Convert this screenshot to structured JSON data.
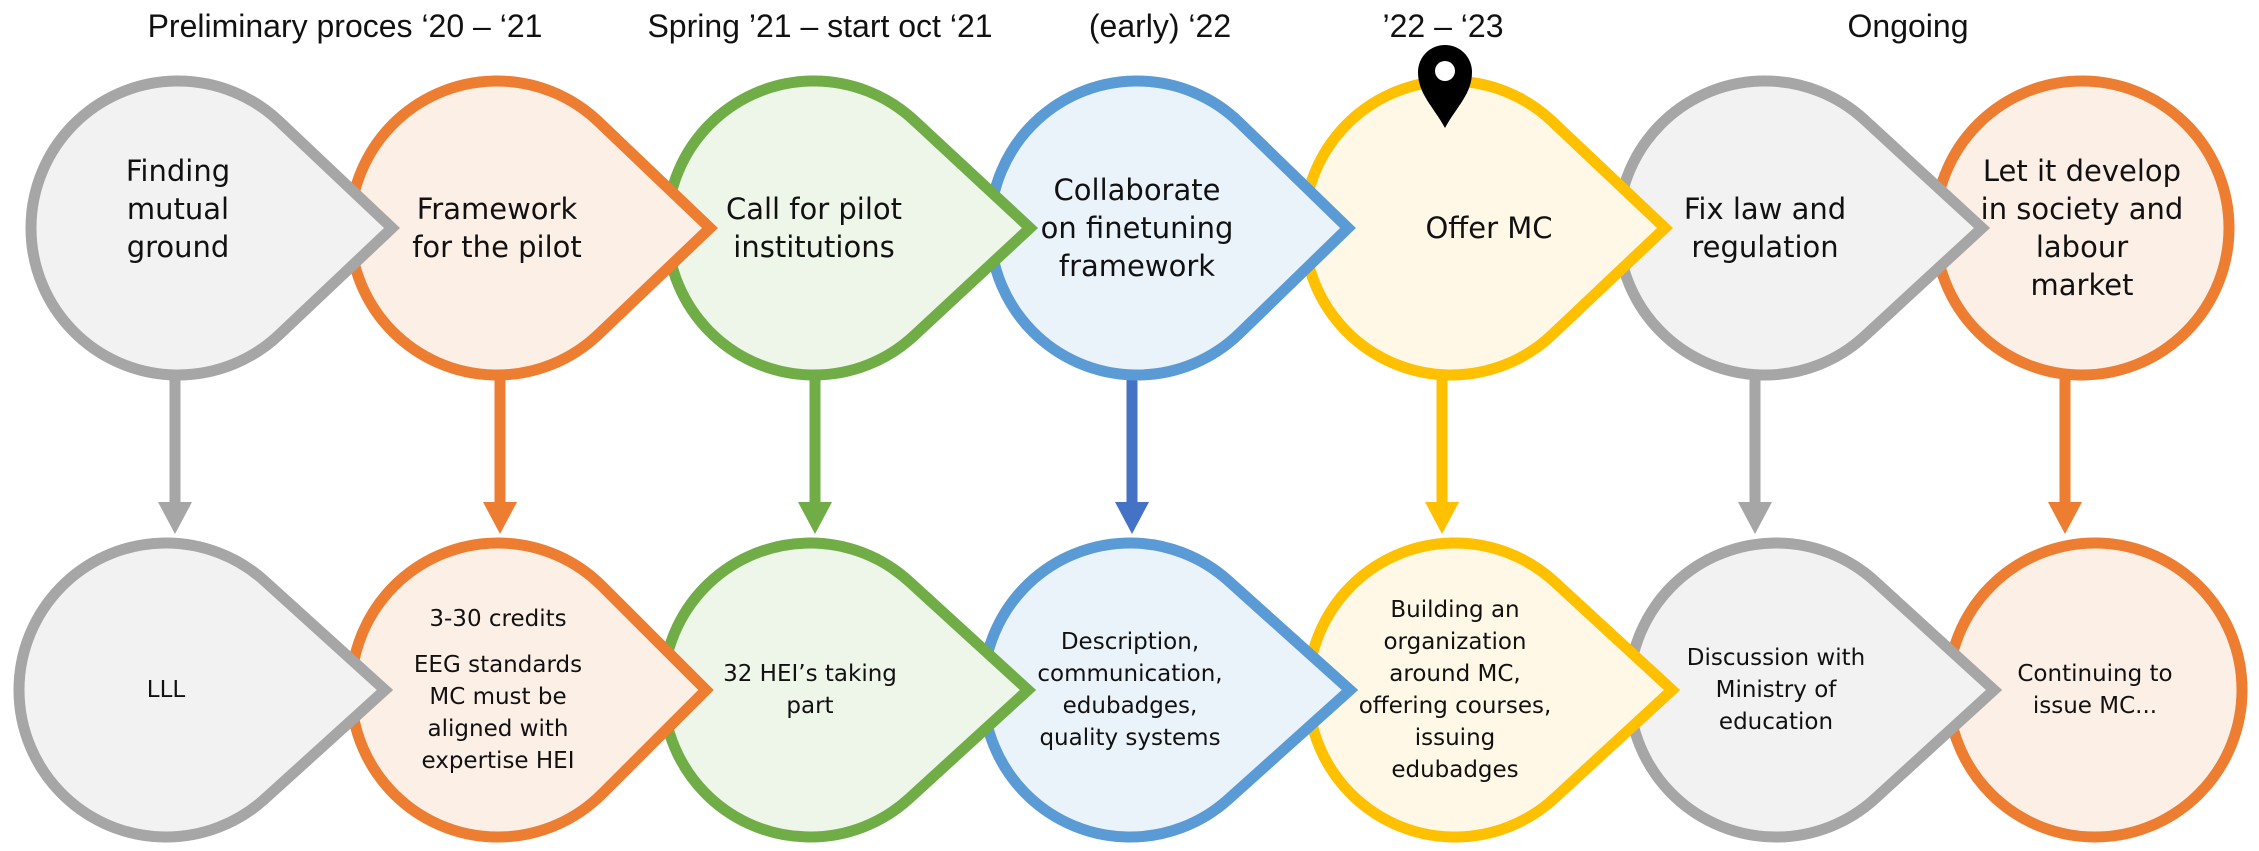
{
  "phases": [
    "Preliminary proces ‘20 – ‘21",
    "Spring ’21 – start oct ‘21",
    "(early) ‘22",
    "’22 – ‘23",
    "Ongoing"
  ],
  "colors": {
    "gray": "#a6a6a6",
    "gray_fill": "#f2f2f2",
    "orange": "#ed7d31",
    "orange_fill": "#fcefe6",
    "green": "#70ad47",
    "green_fill": "#eef5e9",
    "blue": "#5b9bd5",
    "blue_fill": "#ebf3fa",
    "blue_arrow": "#4472c4",
    "yellow": "#ffc000",
    "yellow_fill": "#fff8e6",
    "pin": "#000000"
  },
  "top_steps": [
    "Finding\nmutual\nground",
    "Framework\nfor the pilot",
    "Call for pilot\ninstitutions",
    "Collaborate\non finetuning\nframework",
    "Offer MC",
    "Fix law and\nregulation",
    "Let it develop\nin society and\nlabour\nmarket"
  ],
  "bottom_steps": [
    {
      "lines": [
        "LLL"
      ]
    },
    {
      "lines": [
        "3-30 credits",
        "EEG standards\nMC must be\naligned with\nexpertise  HEI"
      ]
    },
    {
      "lines": [
        "32 HEI’s taking\npart"
      ]
    },
    {
      "lines": [
        "Description,\ncommunication,\nedubadges,\nquality systems"
      ]
    },
    {
      "lines": [
        "Building an\norganization\naround MC,\noffering courses,\nissuing\nedubadges"
      ]
    },
    {
      "lines": [
        "Discussion with\nMinistry of\neducation"
      ]
    },
    {
      "lines": [
        "Continuing to\nissue MC..."
      ]
    }
  ],
  "current_marker": "location-pin-icon"
}
